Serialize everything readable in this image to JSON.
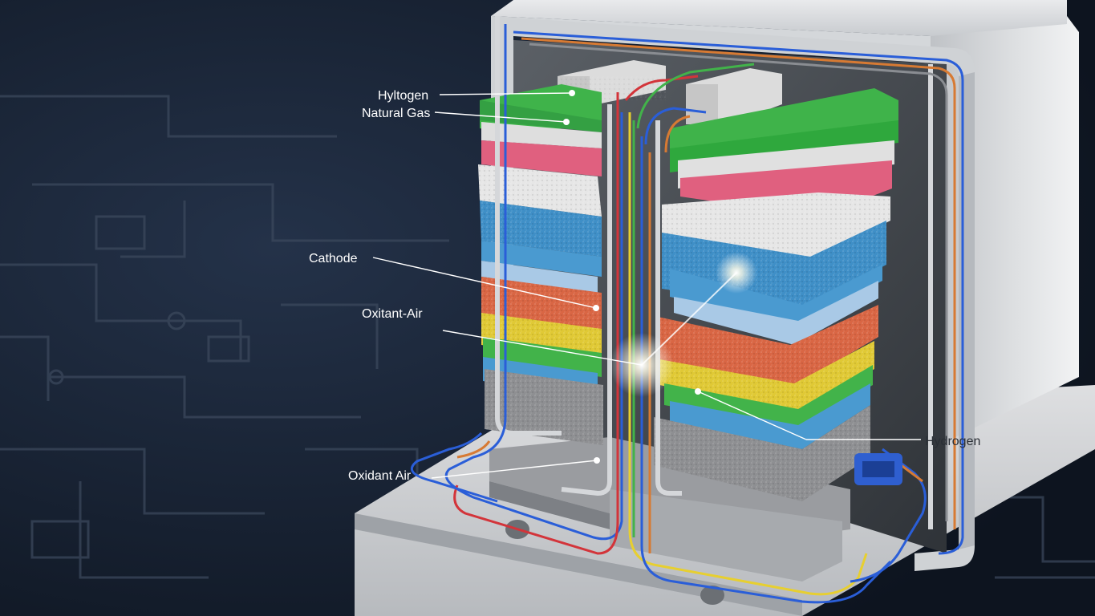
{
  "labels": {
    "hydrogen_top": "Hyltogen",
    "natural_gas": "Natural Gas",
    "cathode": "Cathode",
    "oxidant_air_mid": "Oxitant-Air",
    "oxidant_air_bottom": "Oxidant Air",
    "hydrogen_right": "Hydrogen"
  },
  "colors": {
    "background": "#121a27",
    "blueprint_lines": "#3d4a5e",
    "housing": "#c9ccd0",
    "green_layer": "#3fb34a",
    "pink_layer": "#e0607f",
    "white_layer": "#e6e6e6",
    "blue_layer": "#3f8fc7",
    "orange_layer": "#d96644",
    "yellow_layer": "#e0c935",
    "grey_layer": "#8e8f92",
    "wire_red": "#d3343a",
    "wire_blue": "#2a5ed8",
    "wire_yellow": "#e7cf30",
    "wire_green": "#42b34a",
    "wire_orange": "#d77a33"
  }
}
